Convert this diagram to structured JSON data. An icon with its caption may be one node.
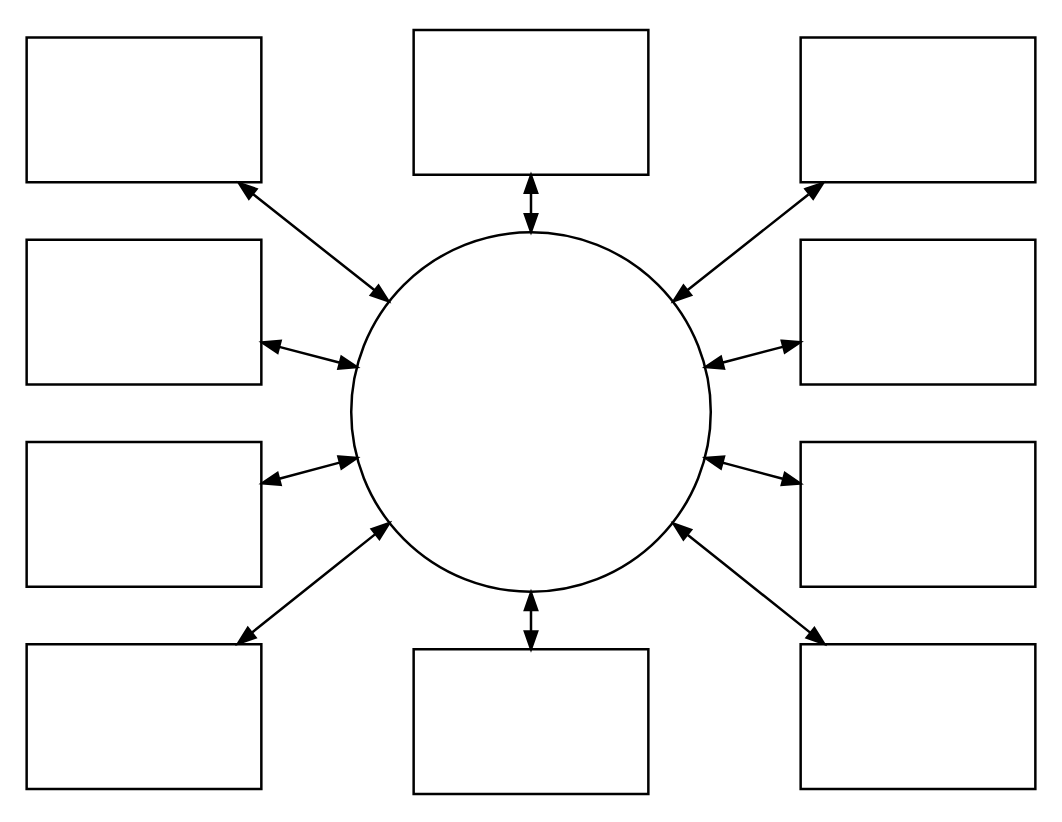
{
  "diagram": {
    "nodes": [
      {
        "text": [],
        "shape": "box"
      },
      {
        "text": [],
        "shape": "box"
      },
      {
        "text": [],
        "shape": "box"
      },
      {
        "text": [],
        "shape": "box"
      },
      {
        "text": [],
        "shape": "circle"
      },
      {
        "text": [],
        "shape": "box"
      },
      {
        "text": [],
        "shape": "box"
      },
      {
        "text": [],
        "shape": "box"
      },
      {
        "text": [],
        "shape": "box"
      },
      {
        "text": [],
        "shape": "box"
      },
      {
        "text": [],
        "shape": "box"
      }
    ],
    "edges": [
      {
        "from": 0,
        "to": 4,
        "arrow": "both"
      },
      {
        "from": 1,
        "to": 4,
        "arrow": "both"
      },
      {
        "from": 4,
        "to": 2,
        "arrow": "both"
      },
      {
        "from": 3,
        "to": 4,
        "arrow": "both"
      },
      {
        "from": 4,
        "to": 5,
        "arrow": "both"
      },
      {
        "from": 6,
        "to": 4,
        "arrow": "both"
      },
      {
        "from": 4,
        "to": 7,
        "arrow": "both"
      },
      {
        "from": 8,
        "to": 4,
        "arrow": "both"
      },
      {
        "from": 4,
        "to": 9,
        "arrow": "both"
      },
      {
        "from": 4,
        "to": 10,
        "arrow": "both"
      }
    ]
  }
}
